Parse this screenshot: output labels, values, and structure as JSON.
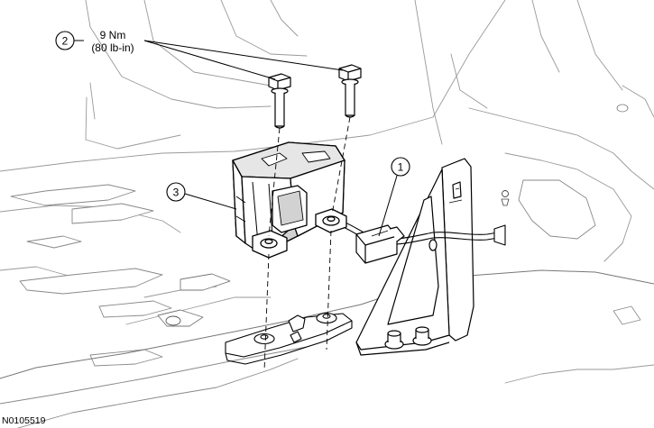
{
  "callouts": [
    {
      "number": "1"
    },
    {
      "number": "2"
    },
    {
      "number": "3"
    }
  ],
  "torque": {
    "nm": "9 Nm",
    "lbin": "(80 lb-in)"
  },
  "figure_id": "N0105519",
  "colors": {
    "line": "#000000",
    "shade": "#d2d2d2",
    "background": "#ffffff"
  }
}
